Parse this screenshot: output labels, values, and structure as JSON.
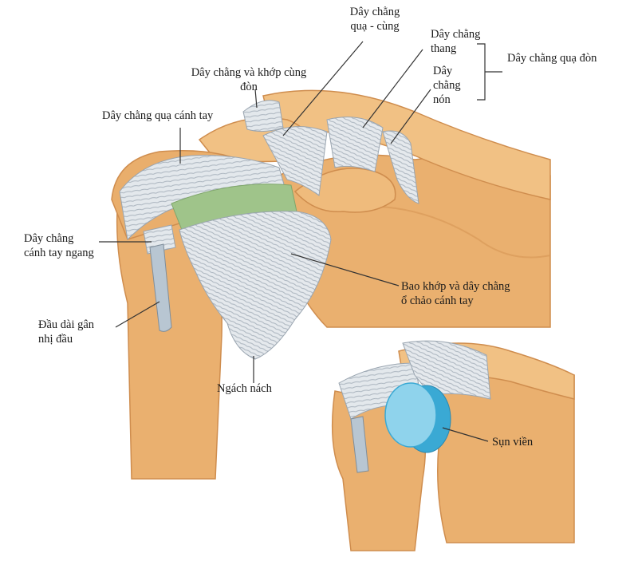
{
  "labels": {
    "coracoacromial": [
      "Dây chằng",
      "quạ - cùng"
    ],
    "trapezoid": [
      "Dây chằng",
      "thang"
    ],
    "conoid": [
      "Dây",
      "chằng",
      "nón"
    ],
    "coracoclavicular": "Dây chằng quạ đòn",
    "acromioclavicular": [
      "Dây chằng và khớp cùng",
      "đòn"
    ],
    "coracohumeral": "Dây chằng quạ cánh tay",
    "transverse_humeral": [
      "Dây chằng",
      "cánh tay ngang"
    ],
    "biceps_long_head": [
      "Đầu dài gân",
      "nhị đầu"
    ],
    "capsule": [
      "Bao khớp và dây chằng",
      "ổ chảo cánh tay"
    ],
    "axillary_recess": "Ngách nách",
    "labrum": "Sụn viền"
  },
  "colors": {
    "bone": "#e9ae6c",
    "bone_light": "#f6cf98",
    "bone_dark": "#cf8d4e",
    "ligament": "#dfe5ea",
    "ligament_line": "#a8b2bc",
    "green_band": "#9fc48a",
    "cartilage": "#8fd3ec",
    "cartilage_dark": "#3aa9d4",
    "line": "#333333"
  }
}
